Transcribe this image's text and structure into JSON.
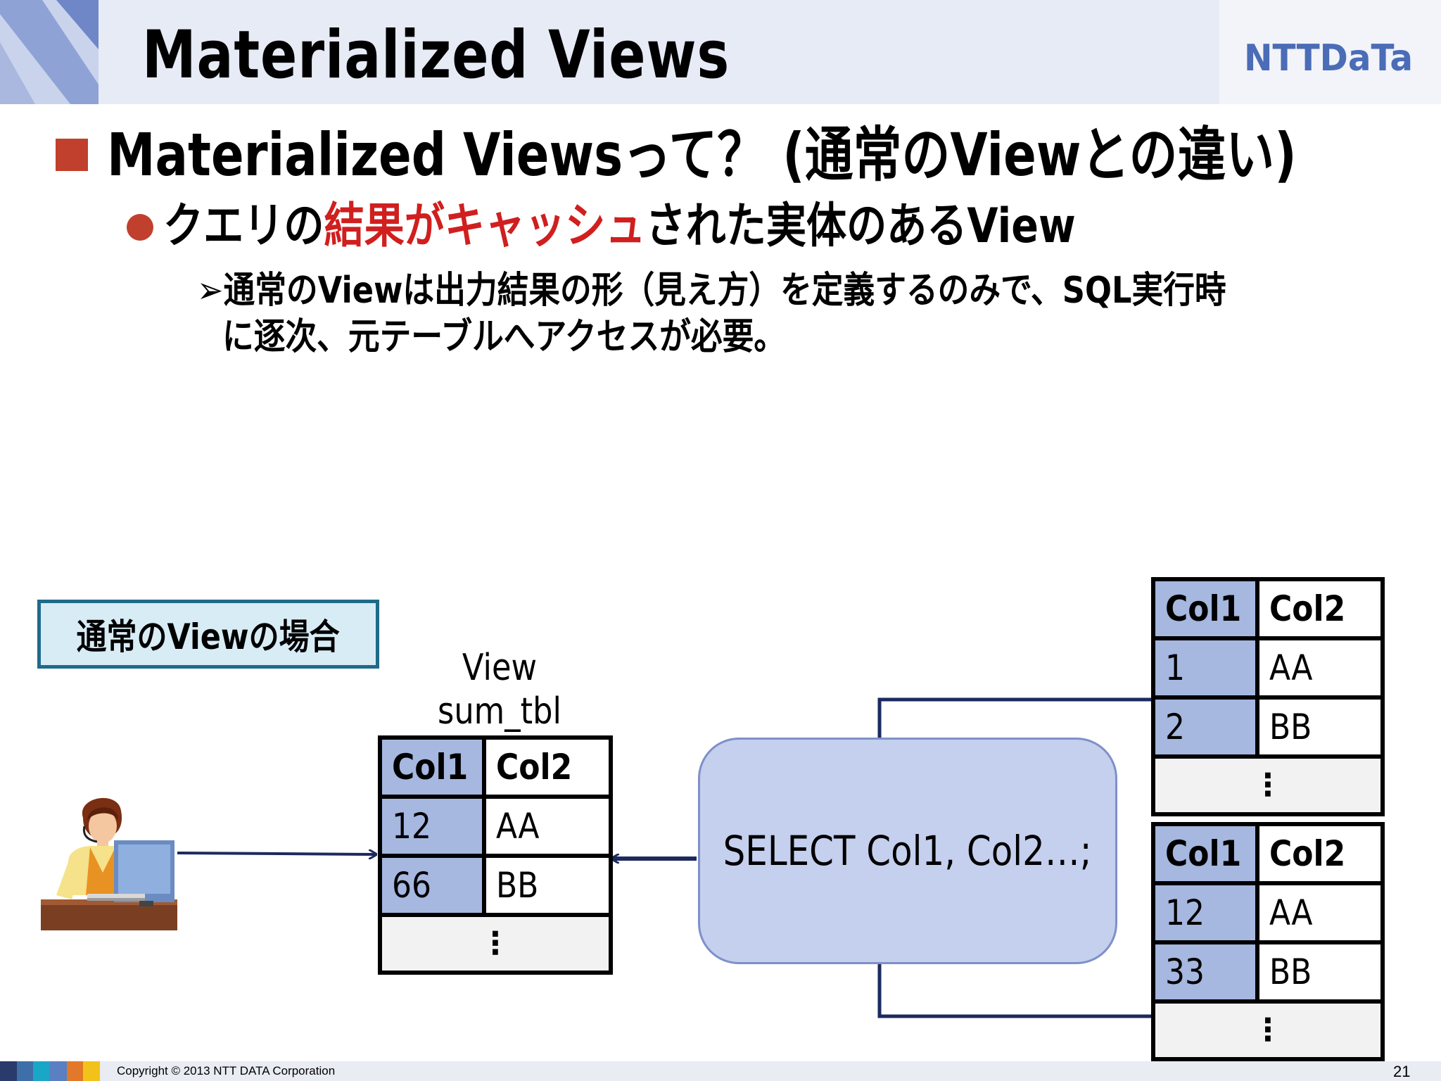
{
  "slide": {
    "title": "Materialized Views",
    "logo_text": "NTTDaTa",
    "heading": "Materialized Viewsって？ (通常のViewとの違い)",
    "sub_bullet": {
      "prefix": "クエリの",
      "highlight": "結果がキャッシュ",
      "suffix": "された実体のあるView"
    },
    "detail_line1": "➢通常のViewは出力結果の形（見え方）を定義するのみで、SQL実行時",
    "detail_line2": "に逐次、元テーブルへアクセスが必要。"
  },
  "diagram": {
    "case_label": "通常のViewの場合",
    "view_caption_line1": "View",
    "view_caption_line2": "sum_tbl",
    "sql": "SELECT Col1, Col2…;",
    "ellipsis": "⋮",
    "view_table": {
      "headers": [
        "Col1",
        "Col2"
      ],
      "rows": [
        [
          "12",
          "AA"
        ],
        [
          "66",
          "BB"
        ]
      ]
    },
    "source_table_1": {
      "headers": [
        "Col1",
        "Col2"
      ],
      "rows": [
        [
          "1",
          "AA"
        ],
        [
          "2",
          "BB"
        ]
      ]
    },
    "source_table_2": {
      "headers": [
        "Col1",
        "Col2"
      ],
      "rows": [
        [
          "12",
          "AA"
        ],
        [
          "33",
          "BB"
        ]
      ]
    }
  },
  "footer": {
    "copyright": "Copyright © 2013 NTT DATA Corporation",
    "page_number": "21"
  },
  "colors": {
    "accent_red": "#c0402d",
    "highlight_red": "#d01f1f",
    "table_key_fill": "#a6b7e0",
    "sql_box_fill": "#c5cfee",
    "connector": "#1c2a5e",
    "logo_blue": "#4b6cb7"
  },
  "icons": {
    "person": "operator-with-headset-at-computer",
    "corner": "diagonal-stripe-decoration"
  }
}
